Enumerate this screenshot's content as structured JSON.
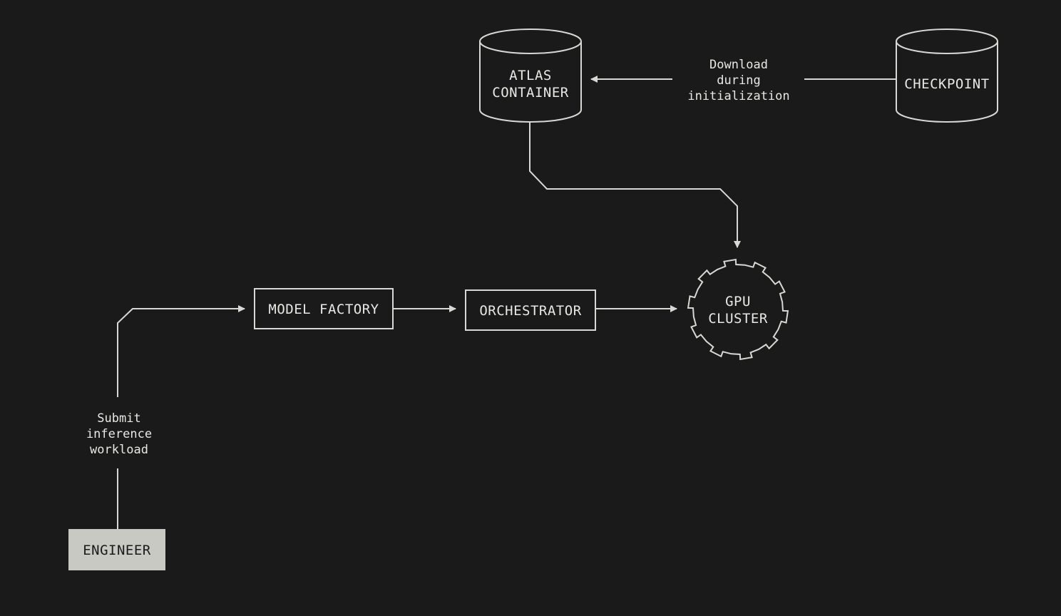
{
  "colors": {
    "background": "#1a1a1a",
    "line": "#d8d8d4",
    "text": "#e8e8e4",
    "engineer_fill": "#c9c9c4",
    "engineer_text": "#1a1a1a"
  },
  "nodes": {
    "atlas_container": {
      "lines": [
        "ATLAS",
        "CONTAINER"
      ],
      "shape": "cylinder"
    },
    "checkpoint": {
      "lines": [
        "CHECKPOINT"
      ],
      "shape": "cylinder"
    },
    "gpu_cluster": {
      "lines": [
        "GPU",
        "CLUSTER"
      ],
      "shape": "gear"
    },
    "model_factory": {
      "lines": [
        "MODEL FACTORY"
      ],
      "shape": "rectangle"
    },
    "orchestrator": {
      "lines": [
        "ORCHESTRATOR"
      ],
      "shape": "rectangle"
    },
    "engineer": {
      "lines": [
        "ENGINEER"
      ],
      "shape": "filled-rectangle"
    }
  },
  "edges": {
    "download": {
      "from": "checkpoint",
      "to": "atlas_container",
      "label_lines": [
        "Download",
        "during",
        "initialization"
      ]
    },
    "container_to_gpu": {
      "from": "atlas_container",
      "to": "gpu_cluster"
    },
    "factory_to_orchestrator": {
      "from": "model_factory",
      "to": "orchestrator"
    },
    "orchestrator_to_gpu": {
      "from": "orchestrator",
      "to": "gpu_cluster"
    },
    "submit": {
      "from": "engineer",
      "to": "model_factory",
      "label_lines": [
        "Submit",
        "inference",
        "workload"
      ]
    }
  }
}
